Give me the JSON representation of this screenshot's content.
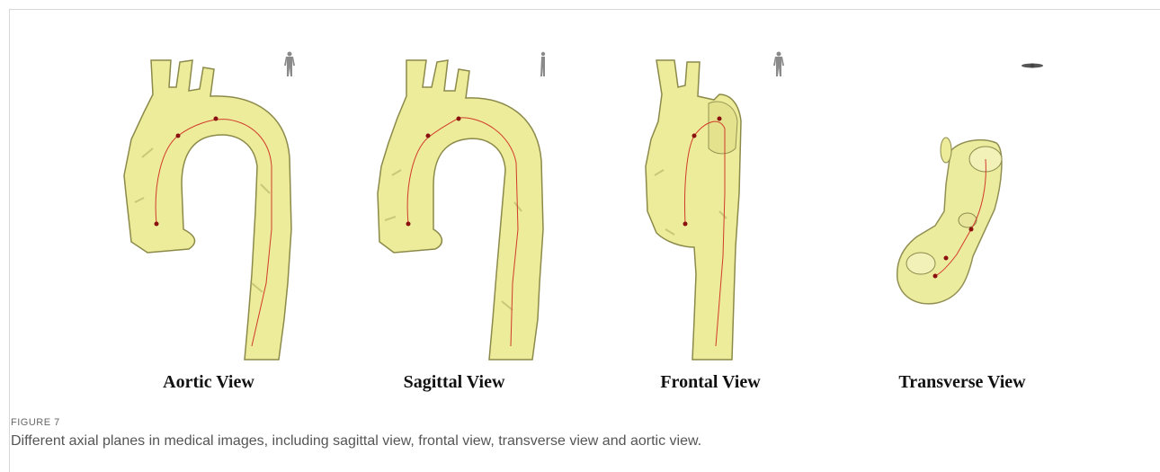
{
  "figure": {
    "number": "FIGURE 7",
    "caption": "Different axial planes in medical images, including sagittal view, frontal view, transverse view and aortic view."
  },
  "views": [
    {
      "label": "Aortic View",
      "orientation_icon": "human-figure-front-icon"
    },
    {
      "label": "Sagittal View",
      "orientation_icon": "human-figure-side-icon"
    },
    {
      "label": "Frontal View",
      "orientation_icon": "human-figure-front-icon"
    },
    {
      "label": "Transverse View",
      "orientation_icon": "human-figure-top-icon"
    }
  ],
  "colors": {
    "vessel_fill": "#ecec9a",
    "vessel_stroke": "#8c8a4a",
    "centerline": "#d23a2a",
    "landmark": "#8b1010"
  }
}
